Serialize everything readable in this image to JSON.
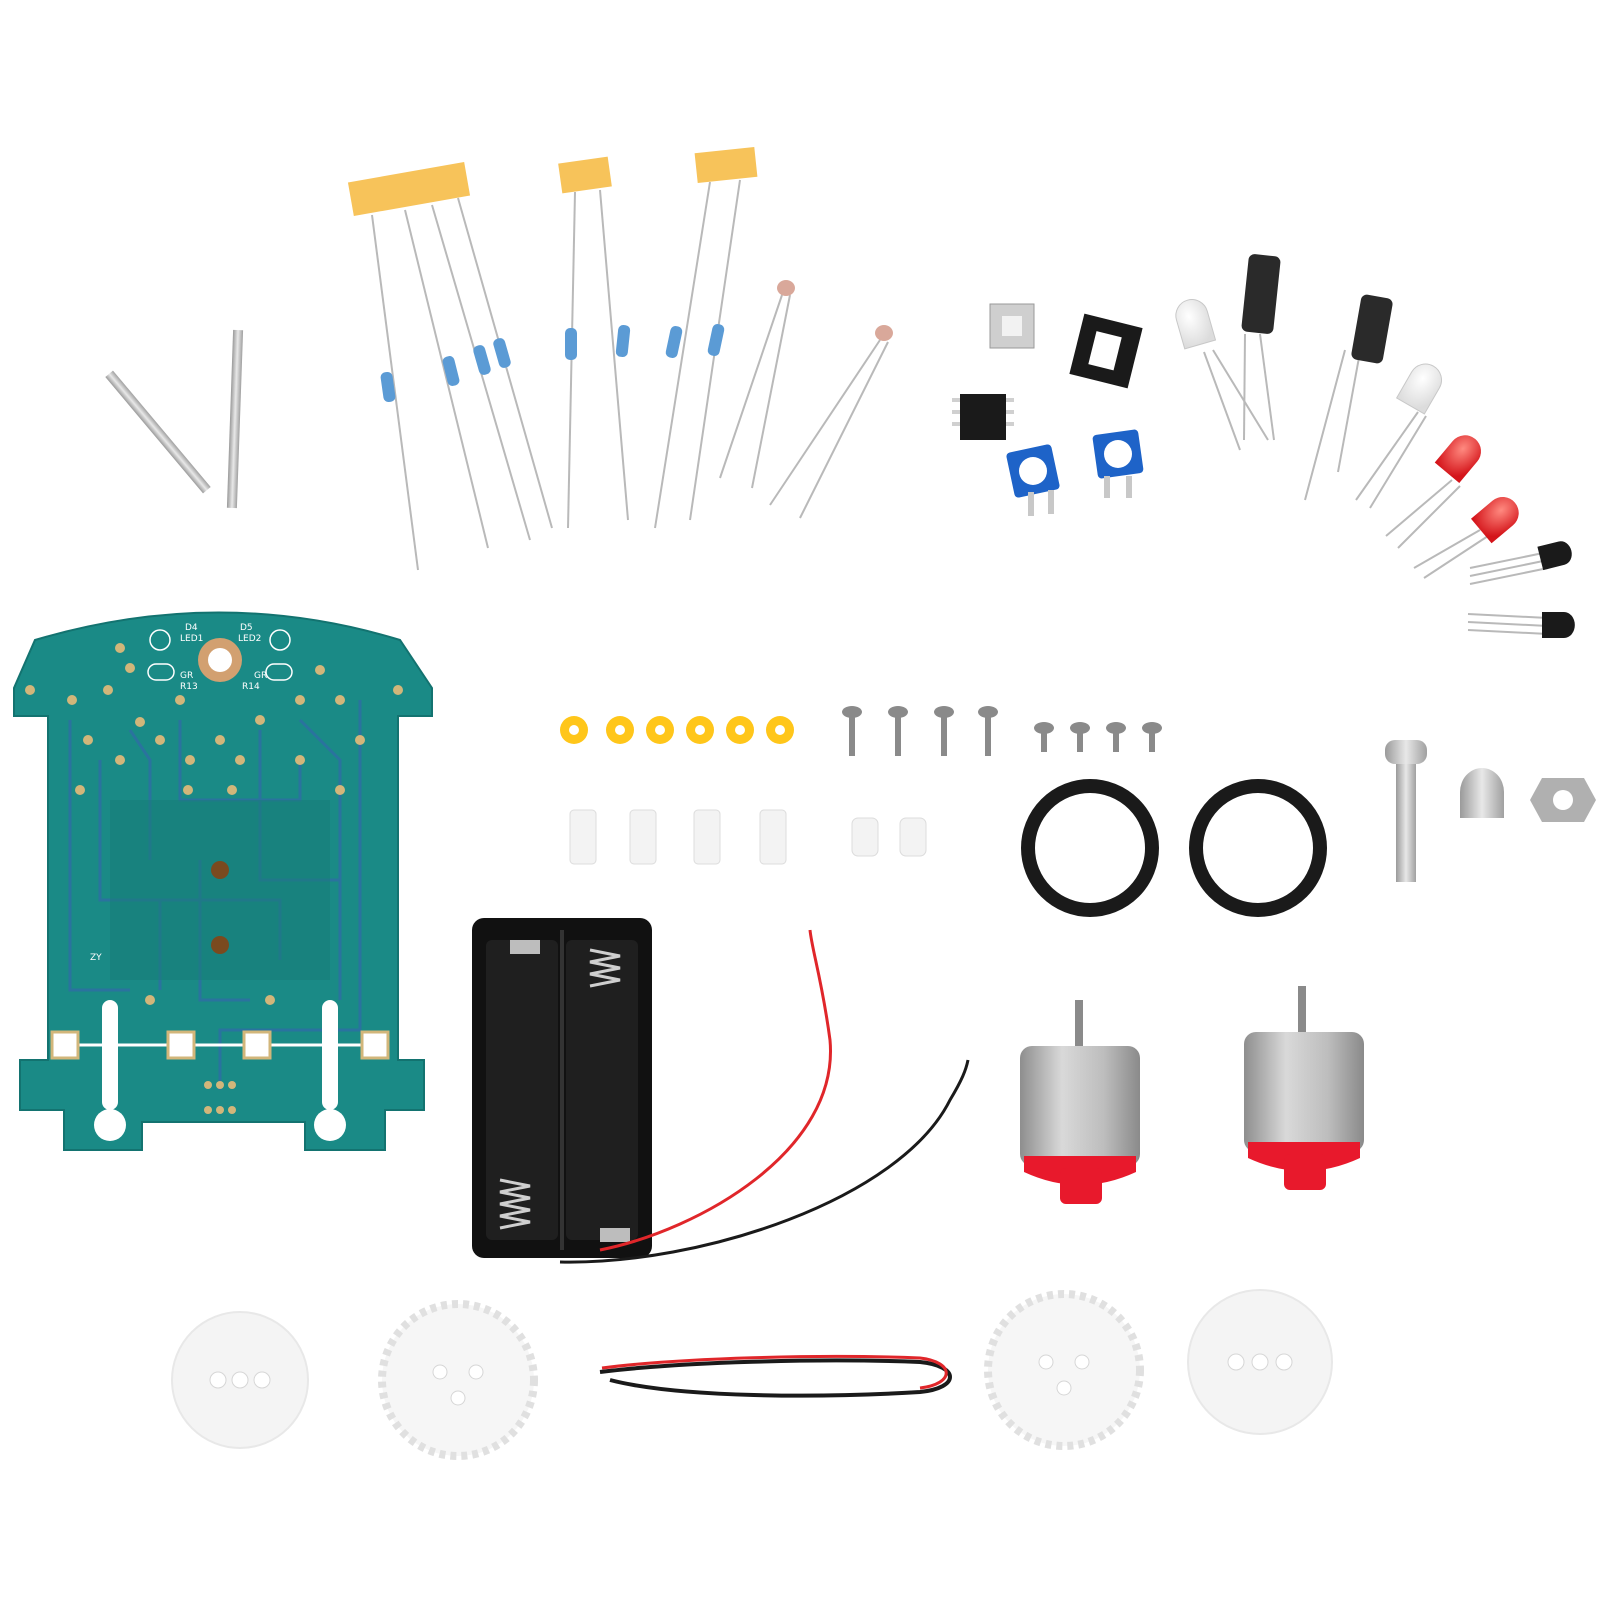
{
  "image": {
    "background_color": "#ffffff",
    "pcb": {
      "board_color": "#1a8a86",
      "labels": [
        "D4",
        "LED1",
        "D5",
        "LED2",
        "GR",
        "R13",
        "GR",
        "R14",
        "ZY"
      ]
    },
    "component_colors": {
      "tape": "#f7c35a",
      "resistor_body": "#5b9bd5",
      "led_red": "#e8191b",
      "led_clear": "#f2f2f2",
      "washer": "#ffc61a",
      "motor_cap": "#e8192c",
      "o_ring": "#1a1a1a",
      "battery_holder": "#111111",
      "wire_red": "#e0262a",
      "wire_black": "#1a1a1a"
    }
  }
}
